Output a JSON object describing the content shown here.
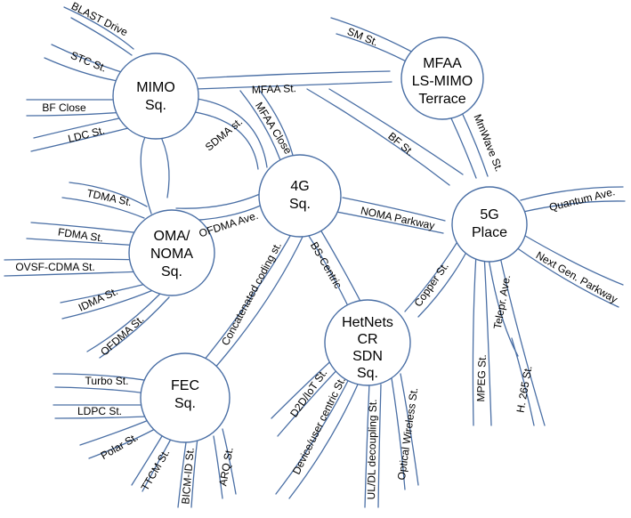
{
  "hubs": {
    "mimo": [
      "MIMO",
      "Sq."
    ],
    "mfaa": [
      "MFAA",
      "LS-MIMO",
      "Terrace"
    ],
    "g4": [
      "4G",
      "Sq."
    ],
    "g5": [
      "5G",
      "Place"
    ],
    "oma": [
      "OMA/",
      "NOMA",
      "Sq."
    ],
    "fec": [
      "FEC",
      "Sq."
    ],
    "hetnets": [
      "HetNets",
      "CR",
      "SDN",
      "Sq."
    ]
  },
  "streets": {
    "blast": "BLAST Drive",
    "stc": "STC St.",
    "bfclose": "BF Close",
    "ldc": "LDC St.",
    "mfaast": "MFAA St.",
    "mfaaclose": "MFAA Close",
    "sdma": "SDMA st.",
    "sm": "SM St.",
    "bf": "BF St.",
    "mmwave": "MmWave St.",
    "quantum": "Quantum Ave.",
    "nextgen": "Next Gen. Parkway",
    "telepr": "Telepr. Ave.",
    "mpeg": "MPEG St.",
    "h265": "H. 265 St.",
    "noma": "NOMA Parkway",
    "bscentric": "BS-Centric",
    "copper": "Copper St.",
    "ofdmaave": "OFDMA Ave.",
    "tdma": "TDMA St.",
    "fdma": "FDMA St.",
    "ovsf": "OVSF-CDMA St.",
    "idma": "IDMA St.",
    "ofdmast": "OFDMA St.",
    "concat": "Concatenated coding st.",
    "turbo": "Turbo St.",
    "ldpc": "LDPC St.",
    "polar": "Polar St.",
    "ttcm": "TTCM St.",
    "bicm": "BICM-ID St.",
    "arq": "ARQ St.",
    "d2d": "D2D/IoT St.",
    "device": "Device/user centric St.",
    "uldl": "UL/DL decoupling St.",
    "optical": "Optical Wireless St."
  }
}
